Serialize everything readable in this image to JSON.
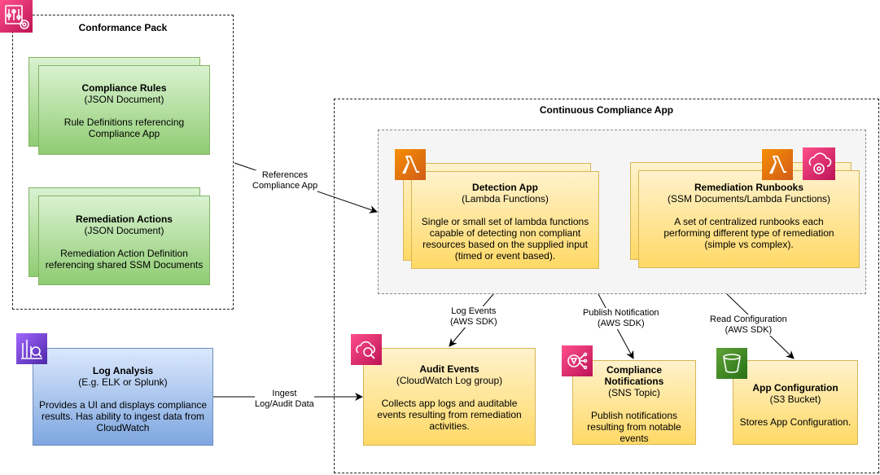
{
  "conformance_pack": {
    "title": "Conformance Pack",
    "compliance_rules": {
      "title": "Compliance Rules",
      "subtitle": "(JSON Document)",
      "description_line1": "Rule Definitions referencing",
      "description_line2": "Compliance App"
    },
    "remediation_actions": {
      "title": "Remediation Actions",
      "subtitle": "(JSON Document)",
      "description_line1": "Remediation Action Definition",
      "description_line2": "referencing shared SSM Documents"
    }
  },
  "app": {
    "title": "Continuous Compliance App",
    "detection": {
      "title": "Detection App",
      "subtitle": "(Lambda Functions)",
      "lines": [
        "Single or small set of lambda functions",
        "capable of detecting non compliant",
        "resources based on the supplied input",
        "(timed or event based)."
      ]
    },
    "remediation_runbooks": {
      "title": "Remediation Runbooks",
      "subtitle": "(SSM Documents/Lambda Functions)",
      "lines": [
        "A set of centralized runbooks each",
        "performing different type of remediation",
        "(simple vs complex)."
      ]
    },
    "audit_events": {
      "title": "Audit Events",
      "subtitle": "(CloudWatch Log group)",
      "lines": [
        "Collects app logs and auditable",
        "events resulting from remediation",
        "activities."
      ]
    },
    "notifications": {
      "title_line1": "Compliance",
      "title_line2": "Notifications",
      "subtitle": "(SNS Topic)",
      "lines": [
        "Publish notifications",
        "resulting from notable",
        "events"
      ]
    },
    "app_config": {
      "title": "App Configuration",
      "subtitle": "(S3 Bucket)",
      "lines": [
        "Stores App Configuration."
      ]
    }
  },
  "log_analysis": {
    "title": "Log Analysis",
    "subtitle": "(E.g. ELK or Splunk)",
    "lines": [
      "Provides a UI and displays compliance",
      "results. Has ability to ingest data from",
      "CloudWatch"
    ]
  },
  "edges": {
    "references": [
      "References",
      "Compliance App"
    ],
    "log_events": [
      "Log Events",
      "(AWS SDK)"
    ],
    "publish": [
      "Publish Notification",
      "(AWS SDK)"
    ],
    "read_config": [
      "Read Configuration",
      "(AWS SDK)"
    ],
    "ingest": [
      "Ingest",
      "Log/Audit Data"
    ]
  },
  "icons": {
    "config": "aws-config-icon",
    "lambda": "lambda-icon",
    "systems_manager": "systems-manager-icon",
    "cloudwatch_logs": "cloudwatch-logs-icon",
    "sns": "sns-icon",
    "s3": "s3-bucket-icon",
    "log_analysis": "analytics-icon"
  },
  "colors": {
    "pink": "#e7157b",
    "orange": "#ed7100",
    "green_icon": "#3f8624",
    "purple": "#8c4fff"
  }
}
